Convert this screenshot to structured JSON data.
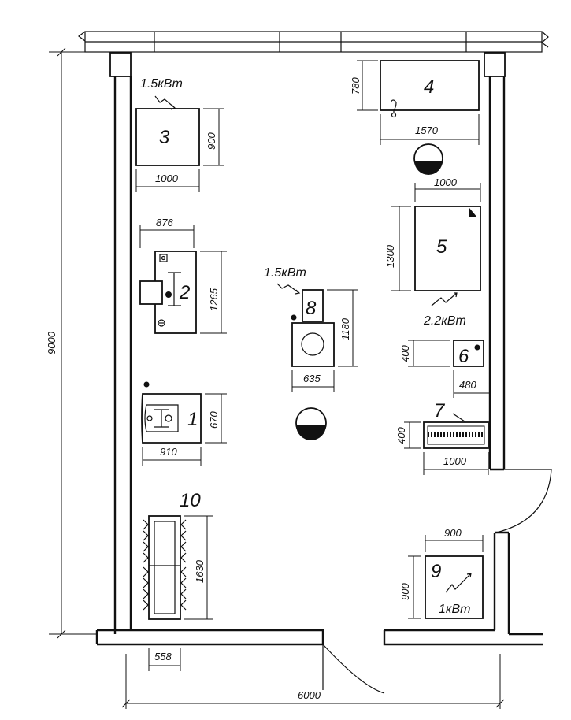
{
  "overall": {
    "height_label": "9000",
    "width_label": "6000"
  },
  "equipment": [
    {
      "id": "1",
      "dims": [
        "910",
        "670"
      ]
    },
    {
      "id": "2",
      "dims": [
        "876",
        "1265"
      ]
    },
    {
      "id": "3",
      "dims": [
        "1000",
        "900"
      ],
      "power": "1.5кВт"
    },
    {
      "id": "4",
      "dims": [
        "1570",
        "780"
      ]
    },
    {
      "id": "5",
      "dims": [
        "1000",
        "1300"
      ],
      "power": "2.2кВт"
    },
    {
      "id": "6",
      "dims": [
        "480",
        "400"
      ]
    },
    {
      "id": "7",
      "dims": [
        "1000",
        "400"
      ]
    },
    {
      "id": "8",
      "dims": [
        "635",
        "1180"
      ],
      "power": "1.5кВт"
    },
    {
      "id": "9",
      "dims": [
        "900",
        "900"
      ],
      "power": "1кВт"
    },
    {
      "id": "10",
      "dims": [
        "558",
        "1630"
      ]
    }
  ]
}
